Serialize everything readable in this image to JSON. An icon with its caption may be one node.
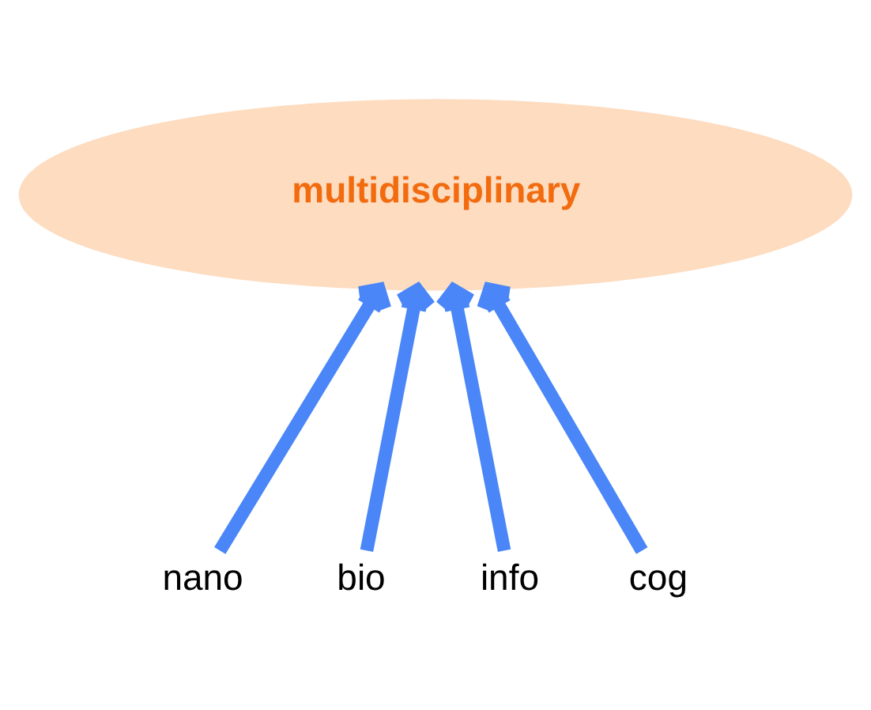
{
  "diagram": {
    "nodes": [
      {
        "text": [
          "multidisciplinary"
        ]
      },
      {
        "text": [
          "nano"
        ]
      },
      {
        "text": [
          "bio"
        ]
      },
      {
        "text": [
          "info"
        ]
      },
      {
        "text": [
          "cog"
        ]
      }
    ],
    "edges": [
      {
        "from": 1,
        "to": 0,
        "arrow": "to"
      },
      {
        "from": 2,
        "to": 0,
        "arrow": "to"
      },
      {
        "from": 3,
        "to": 0,
        "arrow": "to"
      },
      {
        "from": 4,
        "to": 0,
        "arrow": "to"
      }
    ]
  }
}
